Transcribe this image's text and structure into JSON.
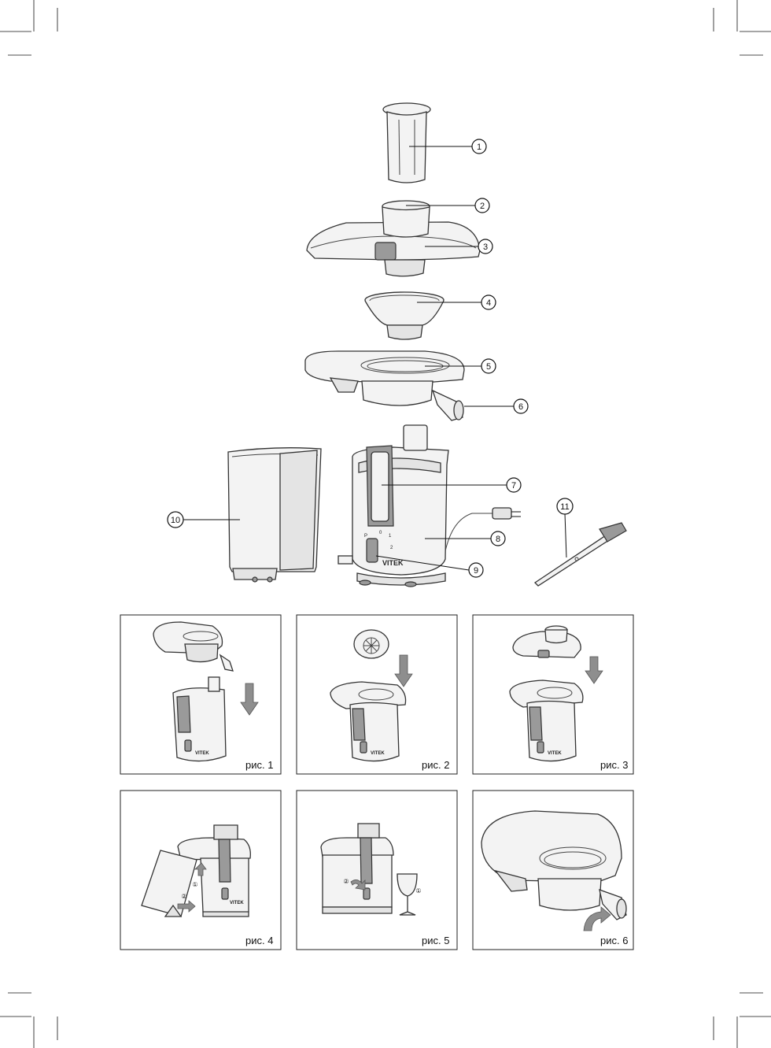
{
  "diagram": {
    "callouts": [
      "1",
      "2",
      "3",
      "4",
      "5",
      "6",
      "7",
      "8",
      "9",
      "10",
      "11"
    ],
    "brand_logo": "VITEK",
    "switch_marks": [
      "P",
      "0",
      "1",
      "2"
    ]
  },
  "figures": [
    {
      "caption": "рис. 1"
    },
    {
      "caption": "рис. 2"
    },
    {
      "caption": "рис. 3"
    },
    {
      "caption": "рис. 4",
      "steps": [
        "①",
        "②"
      ]
    },
    {
      "caption": "рис. 5",
      "steps": [
        "②",
        "①"
      ]
    },
    {
      "caption": "рис. 6"
    }
  ]
}
